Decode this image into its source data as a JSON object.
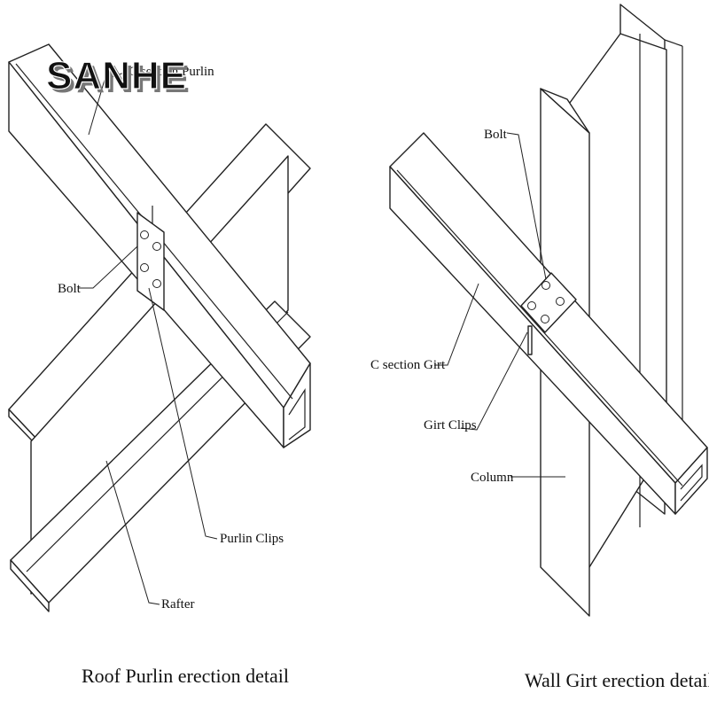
{
  "logo": {
    "text": "SANHE"
  },
  "roof_detail": {
    "caption": "Roof Purlin erection detail",
    "labels": {
      "purlin": "C section Purlin",
      "bolt": "Bolt",
      "purlin_clips": "Purlin Clips",
      "rafter": "Rafter"
    }
  },
  "wall_detail": {
    "caption": "Wall Girt erection detail",
    "labels": {
      "bolt": "Bolt",
      "girt": "C section Girt",
      "girt_clips": "Girt Clips",
      "column": "Column"
    }
  }
}
